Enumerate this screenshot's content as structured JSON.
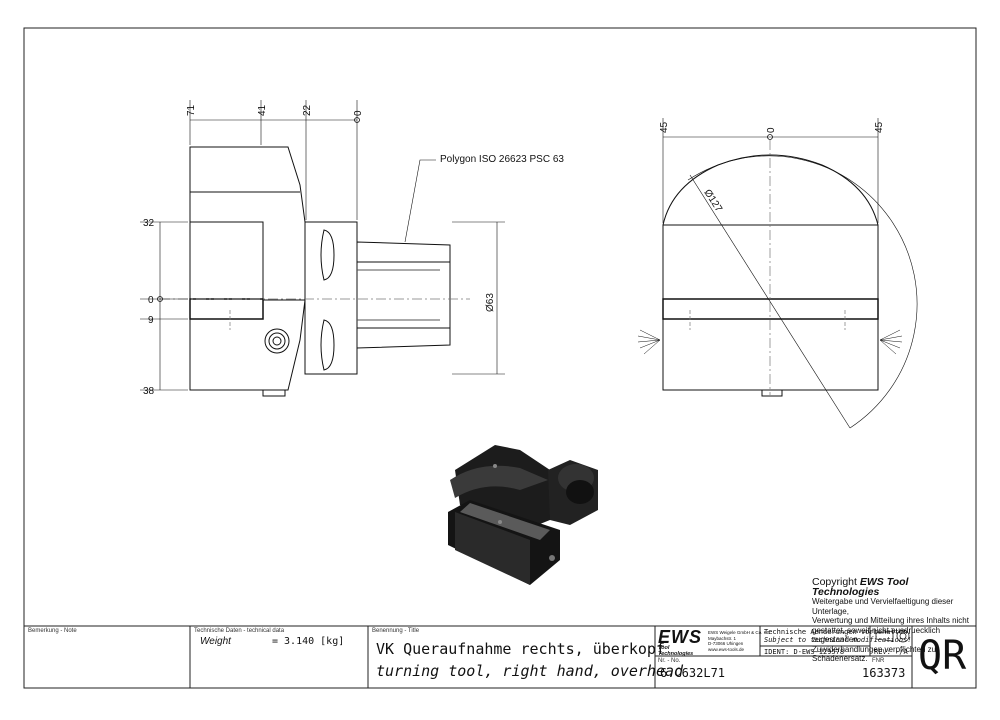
{
  "dims_front": {
    "top": [
      "71",
      "41",
      "22",
      "0"
    ],
    "left": [
      "32",
      "0",
      "9",
      "38"
    ],
    "diameter": "Ø63",
    "polygon_label": "Polygon ISO 26623 PSC 63"
  },
  "dims_side": {
    "top": [
      "45",
      "0",
      "45"
    ],
    "radius_diameter": "Ø127"
  },
  "copyright": {
    "title_prefix": "Copyright ",
    "brand": "EWS Tool Technologies",
    "lines": [
      "Weitergabe und Vervielfaeltigung dieser Unterlage,",
      "Verwertung und Mitteilung ihres Inhalts nicht",
      "gestattet, soweit nicht ausdruecklich zugestanden.",
      "Zuwiderhandlungen verpflichten zu Schadenersatz."
    ]
  },
  "title_block": {
    "note_label": "Bemerkung - Note",
    "tech_label": "Technische Daten - technical data",
    "weight_label": "Weight",
    "weight_value": "= 3.140 [kg]",
    "title_label": "Benennung - Title",
    "title_de": "VK Queraufnahme rechts, überkopf",
    "title_en": "turning tool, right hand, overhead",
    "logo_text": "EWS",
    "logo_sub": "Tool Technologies",
    "company_lines": [
      "EWS Weigele GmbH & Co. KG",
      "Maybachstr. 1",
      "D-73066 Uhingen",
      "www.ews-tools.de"
    ],
    "changes_de": "Technische Aenderungen vorbehalten!",
    "changes_en": "Subject to technical modifications!",
    "ident": "IDENT: D-EWS-129578",
    "rev": "REV: -/A",
    "nr_label": "Nr. - No.",
    "part_number": "6.C632L71",
    "nr_right_label": "FNR",
    "fnr": "163373",
    "qr": "QR"
  }
}
